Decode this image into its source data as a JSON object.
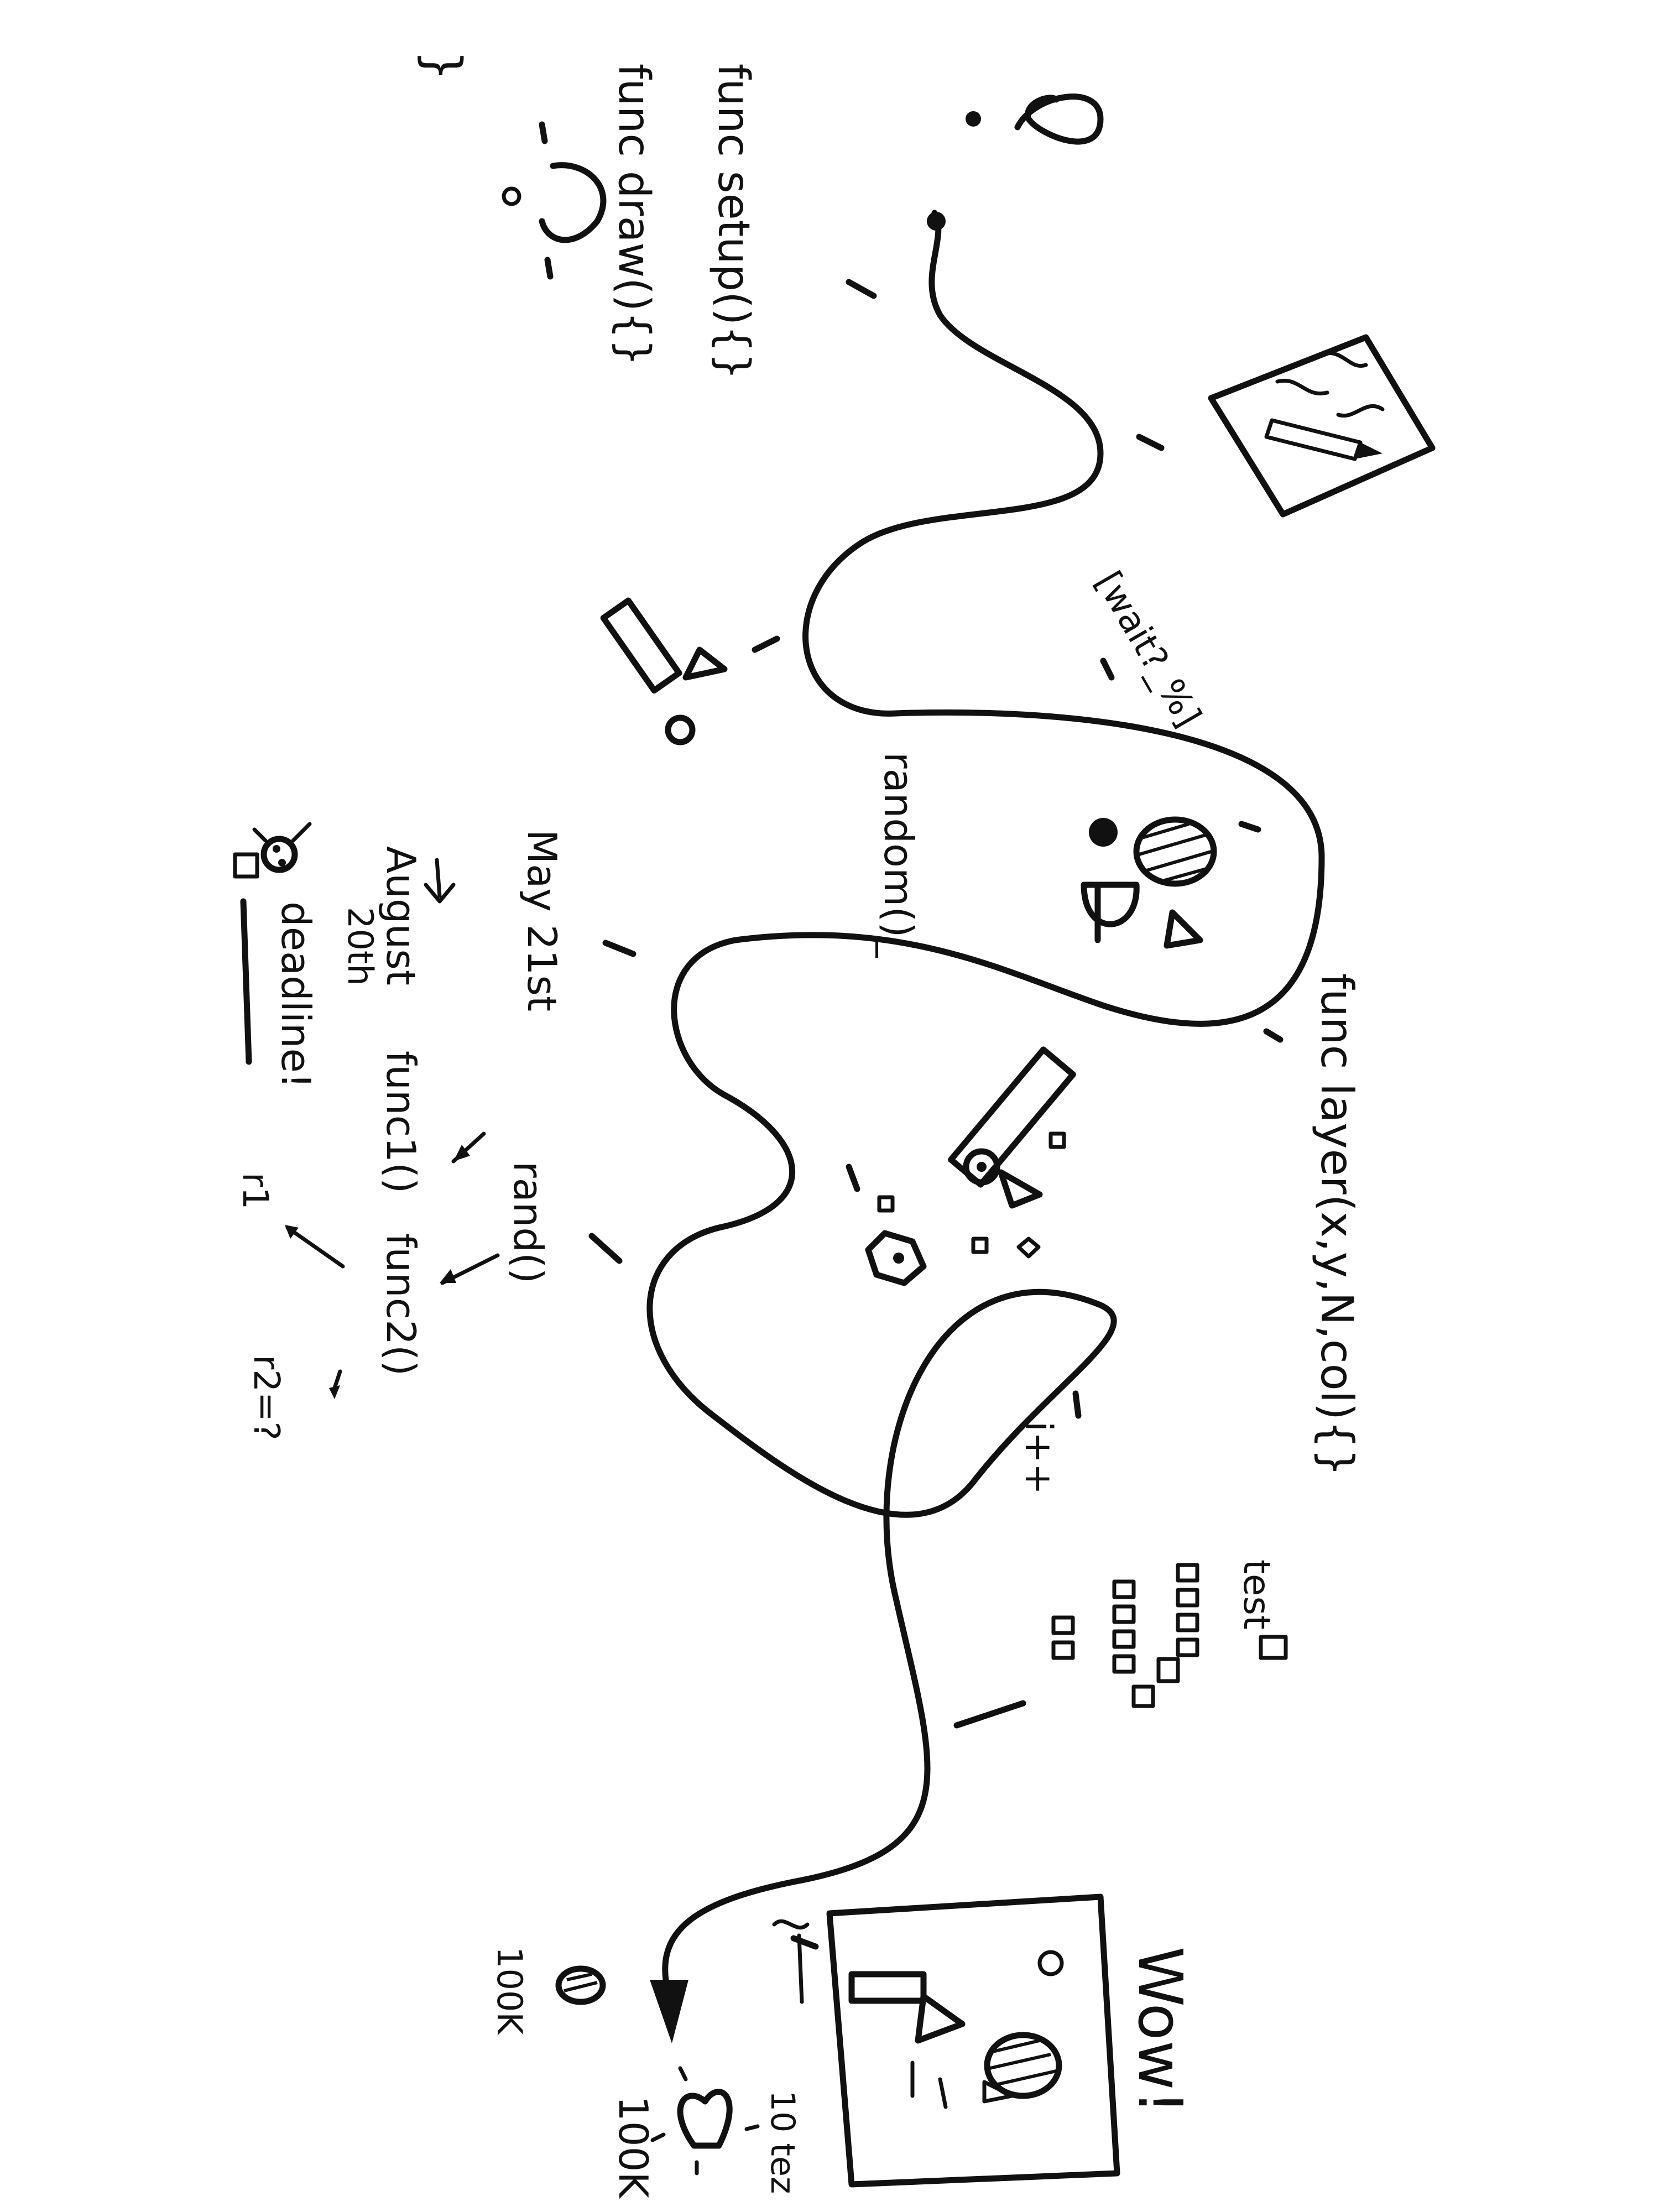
{
  "code_snippets": {
    "setup": "func setup(){}",
    "draw": "func draw(){}",
    "layer": "func layer(x,y,N,col){}",
    "random": "random()_",
    "increment": "i++",
    "wait": "[wait?_%]"
  },
  "timeline": {
    "start": "May 21st",
    "end_month": "August",
    "end_day": "20th",
    "deadline": "deadline!"
  },
  "flow": {
    "rand": "rand()",
    "func1": "func1()",
    "func2": "func2()",
    "r1": "r1",
    "r2": "r2=?"
  },
  "test_label": "test",
  "reaction": {
    "wow": "Wow!",
    "likes_small": "100K",
    "likes_large": "100K",
    "time": "10 tez"
  },
  "symbols": {
    "question_1": "?",
    "question_2": "?",
    "brace": "}",
    "dash": "-",
    "circle": "o"
  },
  "icon_names": [
    "pencil-icon",
    "paper-sheet-icon",
    "heart-icon",
    "speech-bubble-icon",
    "arrowhead-icon",
    "bug-icon"
  ],
  "ink_color": "#111111"
}
